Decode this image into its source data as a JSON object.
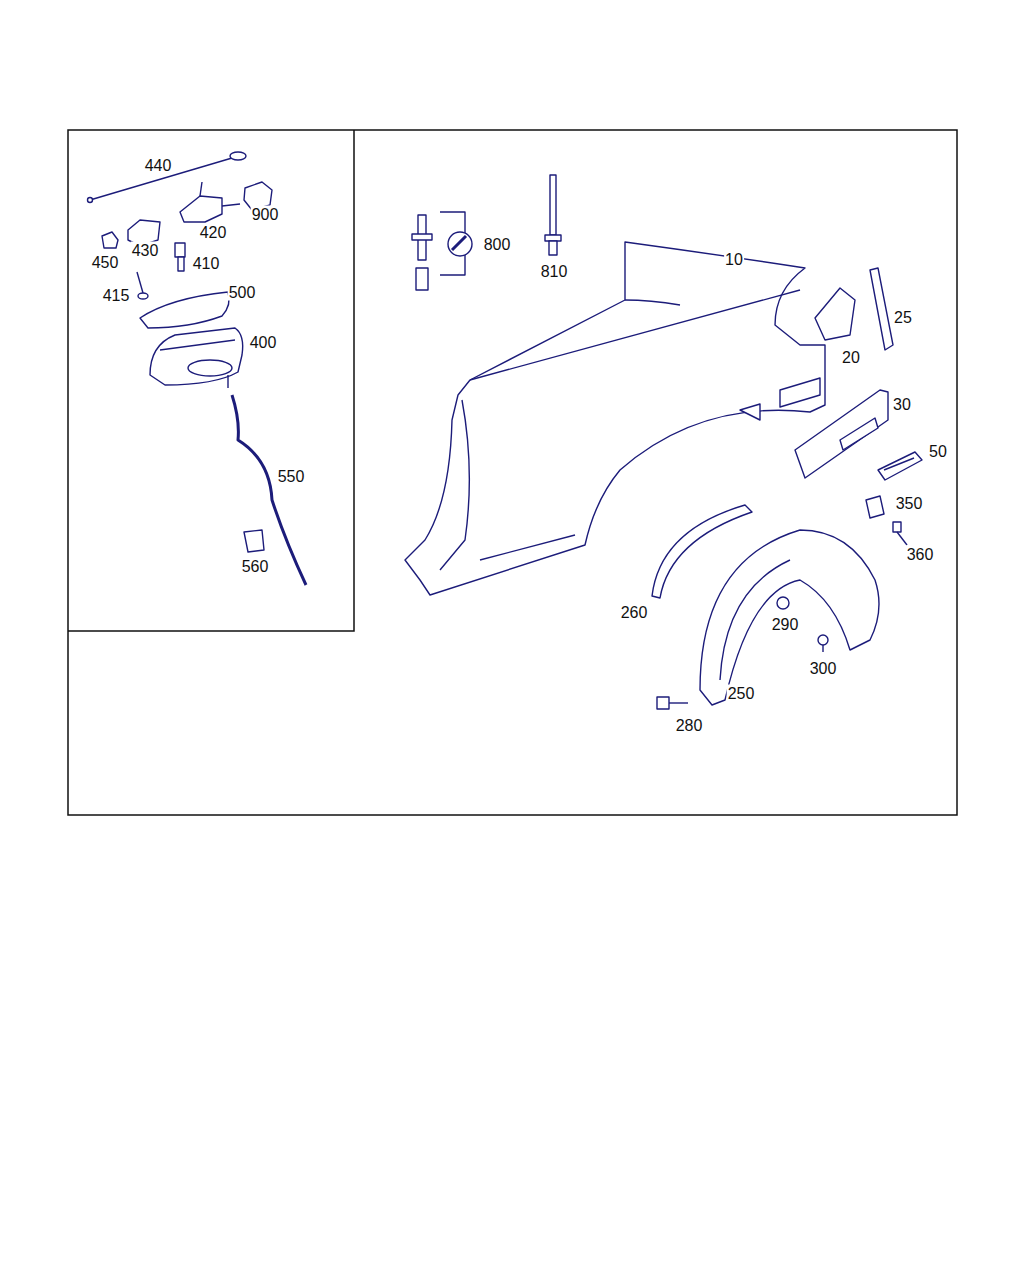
{
  "diagram": {
    "labels": [
      "440",
      "900",
      "420",
      "450",
      "430",
      "410",
      "415",
      "500",
      "400",
      "550",
      "560",
      "800",
      "810",
      "10",
      "25",
      "20",
      "30",
      "50",
      "350",
      "360",
      "260",
      "290",
      "300",
      "250",
      "280"
    ]
  }
}
